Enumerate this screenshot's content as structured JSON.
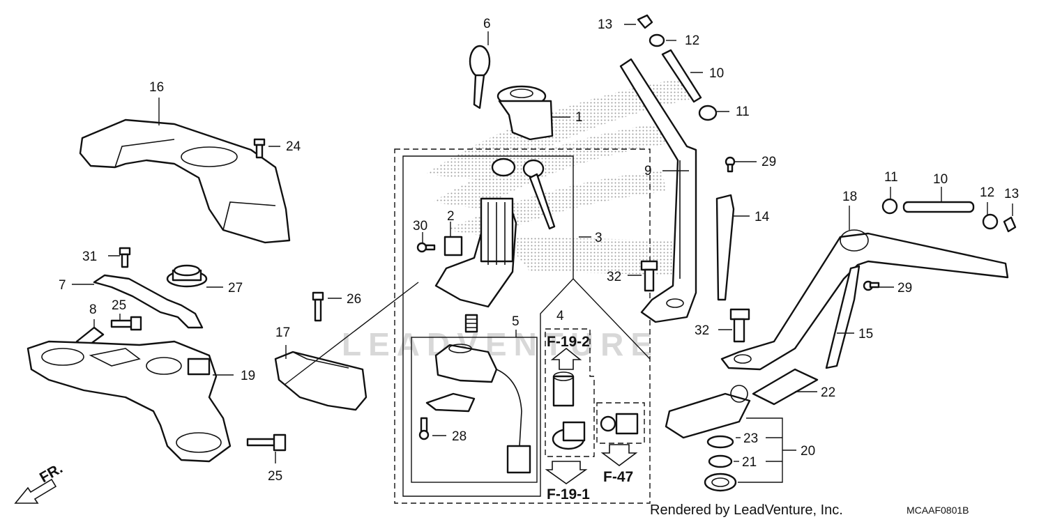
{
  "watermark": "LEADVENTURE",
  "callouts": {
    "c1": "1",
    "c2": "2",
    "c3": "3",
    "c4": "4",
    "c5": "5",
    "c6": "6",
    "c7": "7",
    "c8": "8",
    "c9": "9",
    "c10a": "10",
    "c10b": "10",
    "c11a": "11",
    "c11b": "11",
    "c12a": "12",
    "c12b": "12",
    "c13a": "13",
    "c13b": "13",
    "c14": "14",
    "c15": "15",
    "c16": "16",
    "c17": "17",
    "c18": "18",
    "c19": "19",
    "c20": "20",
    "c21": "21",
    "c22": "22",
    "c23": "23",
    "c24": "24",
    "c25a": "25",
    "c25b": "25",
    "c26": "26",
    "c27": "27",
    "c28": "28",
    "c29a": "29",
    "c29b": "29",
    "c30": "30",
    "c31": "31",
    "c32a": "32",
    "c32b": "32"
  },
  "references": {
    "top_ref": "F-19-2",
    "bottom_ref": "F-19-1",
    "side_ref": "F-47"
  },
  "direction_label": "FR.",
  "footer": {
    "rendered_by": "Rendered by LeadVenture, Inc.",
    "diagram_code": "MCAAF0801B"
  },
  "colors": {
    "line": "#111111",
    "paper": "#ffffff",
    "watermark": "#d8d8d8"
  }
}
